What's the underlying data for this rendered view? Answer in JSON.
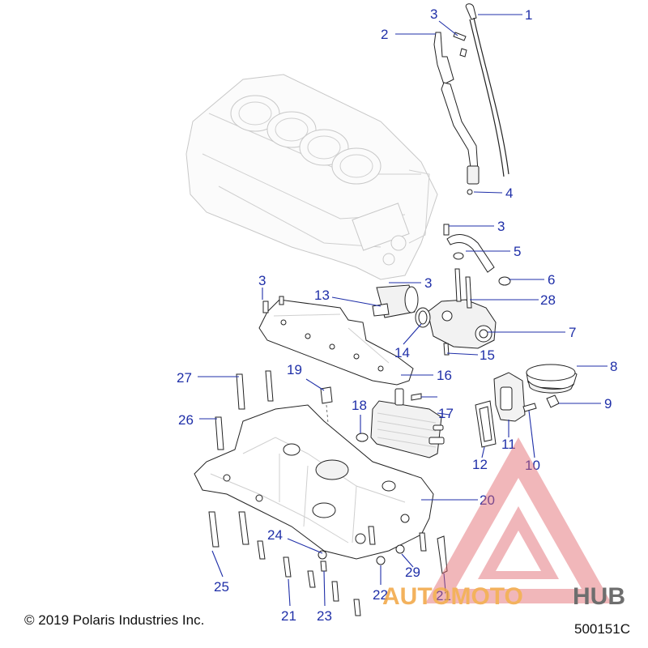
{
  "diagram": {
    "callouts": [
      "1",
      "2",
      "3",
      "3",
      "3",
      "3",
      "4",
      "5",
      "6",
      "7",
      "8",
      "9",
      "10",
      "11",
      "12",
      "13",
      "14",
      "15",
      "16",
      "17",
      "18",
      "19",
      "20",
      "21",
      "21",
      "22",
      "23",
      "24",
      "25",
      "26",
      "27",
      "28",
      "29"
    ]
  },
  "copyright": "© 2019 Polaris Industries Inc.",
  "diagram_id": "500151C",
  "watermark": {
    "brand_part1": "AUTOMOTO",
    "brand_part2": "HUB",
    "colors": {
      "triangle": "#e0646b",
      "text_orange": "#f2a541",
      "text_gray": "#555555"
    }
  }
}
